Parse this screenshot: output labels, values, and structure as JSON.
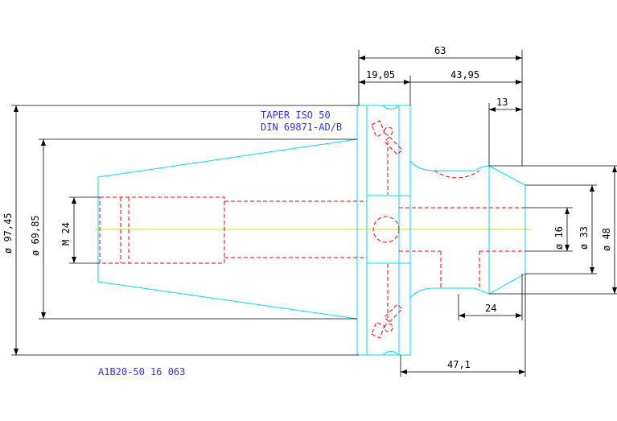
{
  "notes": {
    "taper_line1": "TAPER ISΟ 50",
    "taper_line2": "DIN 69871-AD/B",
    "part_code": "A1B20-50 16 063"
  },
  "dimensions": {
    "overall_length": "63",
    "flange_width": "19,05",
    "body_length": "43,95",
    "nose_length": "13",
    "bore_depth": "24",
    "gauge_length": "47,1",
    "dia_97": "ø 97,45",
    "dia_69": "ø 69,85",
    "thread": "M 24",
    "dia_16": "ø 16",
    "dia_33": "ø 33",
    "dia_48": "ø 48"
  },
  "colors": {
    "outline": "#00d8ff",
    "hidden": "#ff0000",
    "centerline": "#dddd00",
    "dimension": "#000000",
    "note": "#3333ff"
  }
}
